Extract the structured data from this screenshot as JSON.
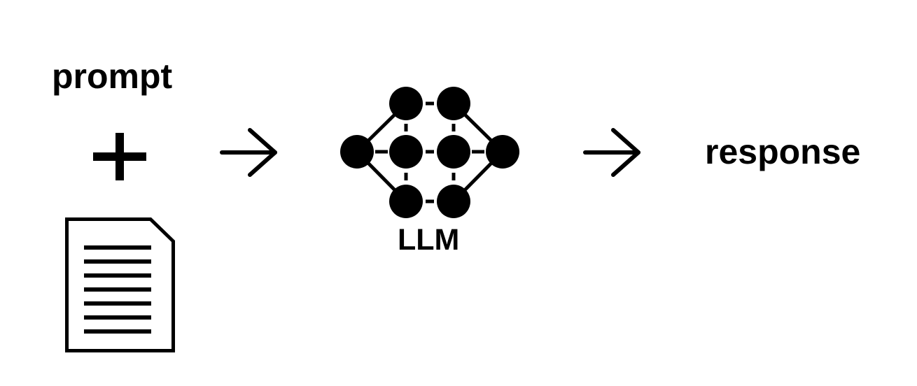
{
  "labels": {
    "prompt": "prompt",
    "llm": "LLM",
    "response": "response"
  },
  "icons": {
    "plus": "plus-icon",
    "document": "document-icon",
    "arrow": "arrow-right-icon",
    "network": "neural-network-icon"
  },
  "colors": {
    "ink": "#000000",
    "background": "#ffffff"
  }
}
